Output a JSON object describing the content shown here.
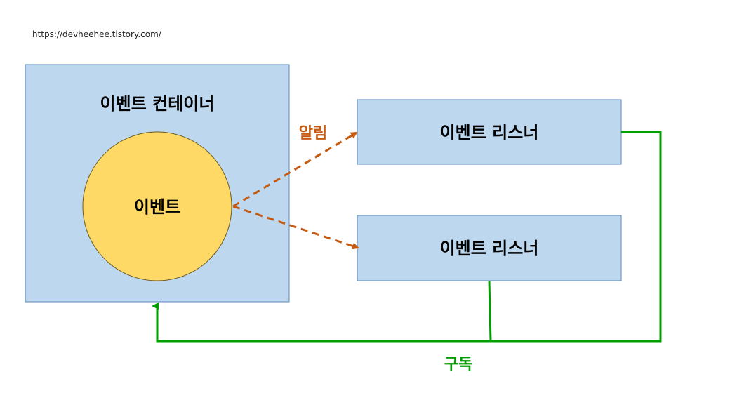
{
  "watermark": "https://devheehee.tistory.com/",
  "container": {
    "label": "이벤트 컨테이너"
  },
  "event": {
    "label": "이벤트"
  },
  "listeners": [
    {
      "label": "이벤트 리스너"
    },
    {
      "label": "이벤트 리스너"
    }
  ],
  "edges": {
    "notify": {
      "label": "알림",
      "color": "#c55a11"
    },
    "subscribe": {
      "label": "구독",
      "color": "#00a000"
    }
  },
  "colors": {
    "box_fill": "#bdd7ee",
    "box_stroke": "#5b87b8",
    "event_fill": "#ffd966",
    "event_stroke": "#6b5a1e"
  }
}
